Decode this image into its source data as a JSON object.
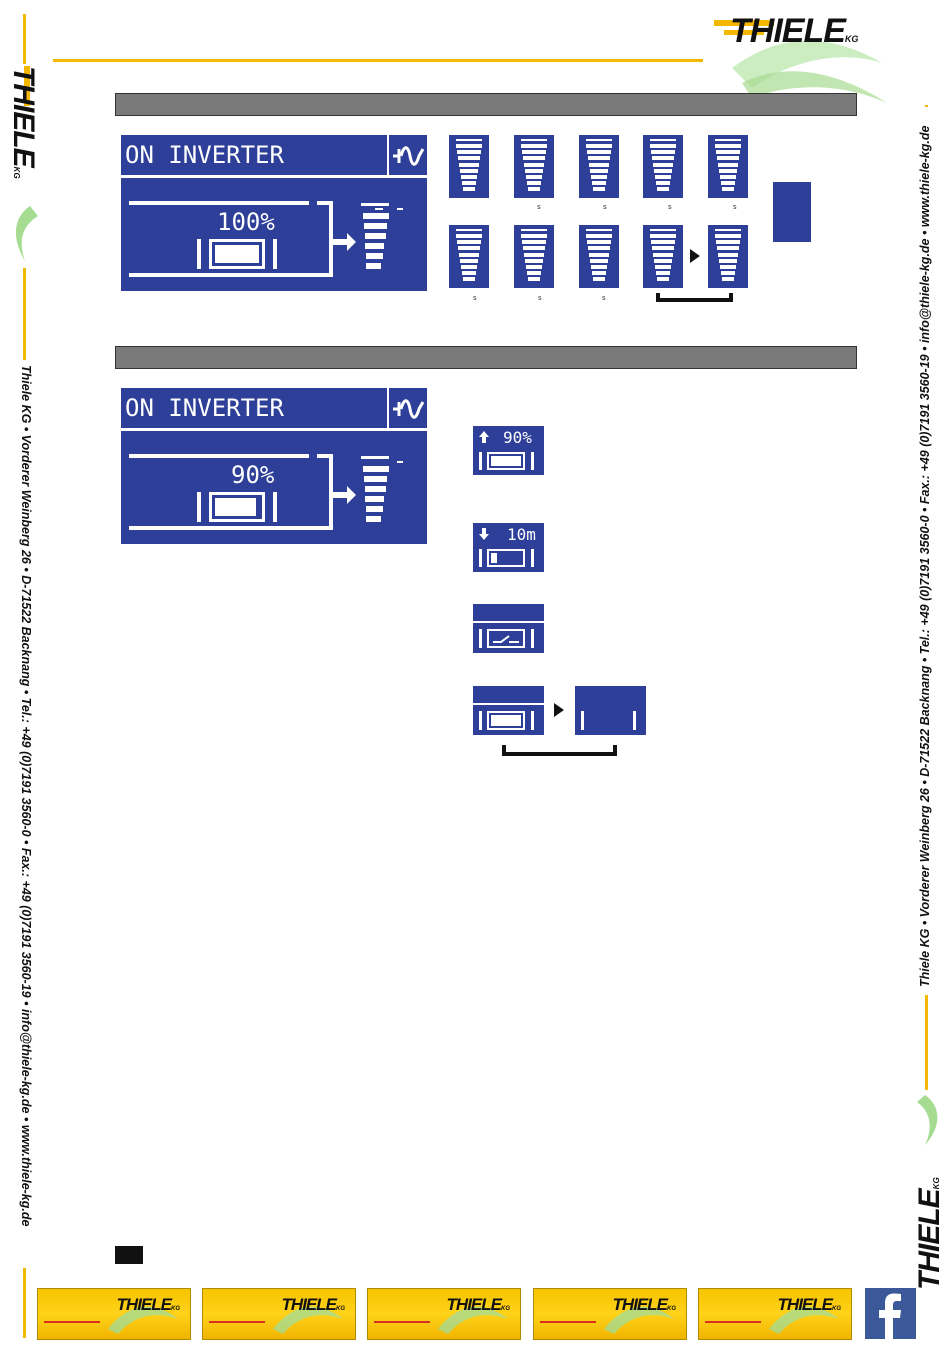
{
  "brand": {
    "logo_text": "THIELE",
    "logo_suffix": "KG",
    "accent_color": "#f5b800",
    "lcd_color": "#2d3f98"
  },
  "side": {
    "left_text": "Thiele KG • Vorderer Weinberg 26 • D-71522 Backnang • Tel.: +49 (0)7191 3560-0 • Fax.: +49 (0)7191 3560-19 • info@thiele-kg.de • www.thiele-kg.de",
    "right_text": "Thiele KG • Vorderer Weinberg 26 • D-71522 Backnang • Tel.: +49 (0)7191 3560-0 • Fax.: +49 (0)7191 3560-19 • info@thiele-kg.de • www.thiele-kg.de"
  },
  "section1": {
    "lcd_title": "ON INVERTER",
    "lcd_percent": "100%",
    "level_tick_label": "s"
  },
  "section2": {
    "lcd_title": "ON INVERTER",
    "lcd_percent": "90%",
    "mini_charge": "90%",
    "mini_discharge": "10m"
  },
  "footer": {
    "tiles": [
      "THIELE",
      "THIELE",
      "THIELE",
      "THIELE",
      "THIELE"
    ],
    "tile_suffix": "KG",
    "facebook_icon": "facebook-icon"
  }
}
